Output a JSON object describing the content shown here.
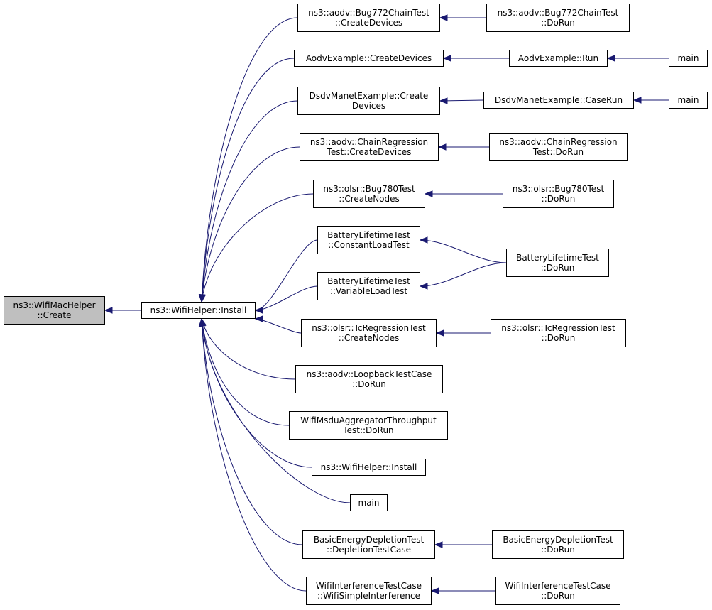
{
  "graph": {
    "edge_color": "#191970",
    "focus_fill": "#bfbfbf",
    "nodes": [
      {
        "id": "n0",
        "lines": [
          "ns3::WifiMacHelper",
          "::Create"
        ],
        "focus": true
      },
      {
        "id": "n1",
        "lines": [
          "ns3::WifiHelper::Install"
        ]
      },
      {
        "id": "n2",
        "lines": [
          "ns3::aodv::Bug772ChainTest",
          "::CreateDevices"
        ]
      },
      {
        "id": "n3",
        "lines": [
          "ns3::aodv::Bug772ChainTest",
          "::DoRun"
        ]
      },
      {
        "id": "n4",
        "lines": [
          "AodvExample::CreateDevices"
        ]
      },
      {
        "id": "n5",
        "lines": [
          "AodvExample::Run"
        ]
      },
      {
        "id": "n6",
        "lines": [
          "main"
        ]
      },
      {
        "id": "n7",
        "lines": [
          "DsdvManetExample::Create",
          "Devices"
        ]
      },
      {
        "id": "n8",
        "lines": [
          "DsdvManetExample::CaseRun"
        ]
      },
      {
        "id": "n9",
        "lines": [
          "main"
        ]
      },
      {
        "id": "n10",
        "lines": [
          "ns3::aodv::ChainRegression",
          "Test::CreateDevices"
        ]
      },
      {
        "id": "n11",
        "lines": [
          "ns3::aodv::ChainRegression",
          "Test::DoRun"
        ]
      },
      {
        "id": "n12",
        "lines": [
          "ns3::olsr::Bug780Test",
          "::CreateNodes"
        ]
      },
      {
        "id": "n13",
        "lines": [
          "ns3::olsr::Bug780Test",
          "::DoRun"
        ]
      },
      {
        "id": "n14",
        "lines": [
          "BatteryLifetimeTest",
          "::ConstantLoadTest"
        ]
      },
      {
        "id": "n15",
        "lines": [
          "BatteryLifetimeTest",
          "::DoRun"
        ]
      },
      {
        "id": "n16",
        "lines": [
          "BatteryLifetimeTest",
          "::VariableLoadTest"
        ]
      },
      {
        "id": "n17",
        "lines": [
          "ns3::olsr::TcRegressionTest",
          "::CreateNodes"
        ]
      },
      {
        "id": "n18",
        "lines": [
          "ns3::olsr::TcRegressionTest",
          "::DoRun"
        ]
      },
      {
        "id": "n19",
        "lines": [
          "ns3::aodv::LoopbackTestCase",
          "::DoRun"
        ]
      },
      {
        "id": "n20",
        "lines": [
          "WifiMsduAggregatorThroughput",
          "Test::DoRun"
        ]
      },
      {
        "id": "n21",
        "lines": [
          "ns3::WifiHelper::Install"
        ]
      },
      {
        "id": "n22",
        "lines": [
          "main"
        ]
      },
      {
        "id": "n23",
        "lines": [
          "BasicEnergyDepletionTest",
          "::DepletionTestCase"
        ]
      },
      {
        "id": "n24",
        "lines": [
          "BasicEnergyDepletionTest",
          "::DoRun"
        ]
      },
      {
        "id": "n25",
        "lines": [
          "WifiInterferenceTestCase",
          "::WifiSimpleInterference"
        ]
      },
      {
        "id": "n26",
        "lines": [
          "WifiInterferenceTestCase",
          "::DoRun"
        ]
      }
    ],
    "edges": [
      [
        "n1",
        "n0"
      ],
      [
        "n2",
        "n1"
      ],
      [
        "n4",
        "n1"
      ],
      [
        "n7",
        "n1"
      ],
      [
        "n10",
        "n1"
      ],
      [
        "n12",
        "n1"
      ],
      [
        "n14",
        "n1"
      ],
      [
        "n16",
        "n1"
      ],
      [
        "n17",
        "n1"
      ],
      [
        "n19",
        "n1"
      ],
      [
        "n20",
        "n1"
      ],
      [
        "n21",
        "n1"
      ],
      [
        "n22",
        "n1"
      ],
      [
        "n23",
        "n1"
      ],
      [
        "n25",
        "n1"
      ],
      [
        "n3",
        "n2"
      ],
      [
        "n5",
        "n4"
      ],
      [
        "n6",
        "n5"
      ],
      [
        "n8",
        "n7"
      ],
      [
        "n9",
        "n8"
      ],
      [
        "n11",
        "n10"
      ],
      [
        "n13",
        "n12"
      ],
      [
        "n15",
        "n14"
      ],
      [
        "n15",
        "n16"
      ],
      [
        "n18",
        "n17"
      ],
      [
        "n24",
        "n23"
      ],
      [
        "n26",
        "n25"
      ]
    ]
  }
}
